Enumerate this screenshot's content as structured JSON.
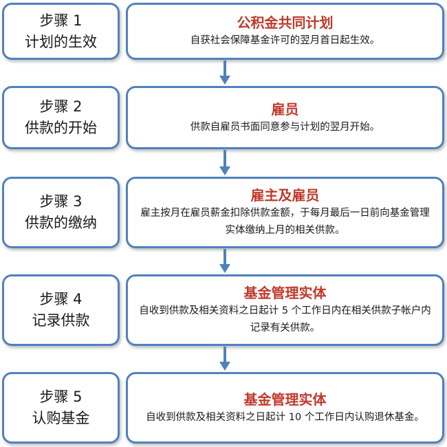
{
  "accent_color": "#4f81bd",
  "title_color": "#c0392b",
  "steps": [
    {
      "step_label": "步骤 1",
      "step_name": "计划的生效",
      "title": "公积金共同计划",
      "description": "自获社会保障基金许可的翌月首日起生效。"
    },
    {
      "step_label": "步骤 2",
      "step_name": "供款的开始",
      "title": "雇员",
      "description": "供款自雇员书面同意参与计划的翌月开始。"
    },
    {
      "step_label": "步骤 3",
      "step_name": "供款的缴纳",
      "title": "雇主及雇员",
      "description": "雇主按月在雇员薪金扣除供款金额，于每月最后一日前向基金管理实体缴纳上月的相关供款。"
    },
    {
      "step_label": "步骤 4",
      "step_name": "记录供款",
      "title": "基金管理实体",
      "description": "自收到供款及相关资料之日起计 5 个工作日内在相关供款子帐户内记录有关供款。"
    },
    {
      "step_label": "步骤 5",
      "step_name": "认购基金",
      "title": "基金管理实体",
      "description": "自收到供款及相关资料之日起计 10 个工作日内认购退休基金。"
    }
  ]
}
